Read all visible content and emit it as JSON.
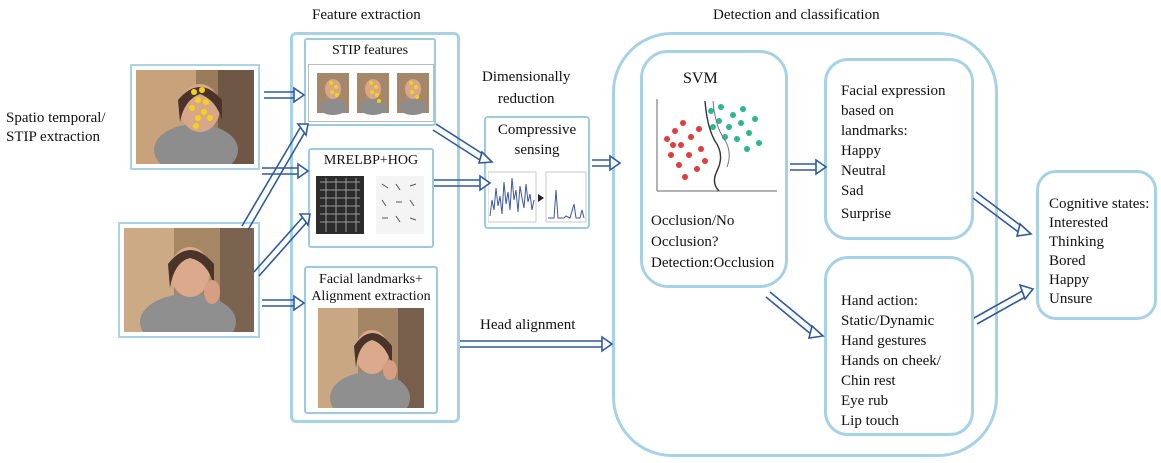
{
  "headings": {
    "feature_extraction": "Feature extraction",
    "detection_classification": "Detection and classification"
  },
  "input": {
    "stip_extraction_label": "Spatio temporal/\nSTIP extraction"
  },
  "feature_panels": {
    "stip": "STIP features",
    "mrelbp": "MRELBP+HOG",
    "landmarks": "Facial landmarks+\nAlignment extraction"
  },
  "reduction": {
    "label": "Dimensionally\nreduction",
    "box": "Compressive\nsensing"
  },
  "head_alignment": "Head alignment",
  "svm": {
    "title": "SVM",
    "caption": "Occlusion/No\nOcclusion?\nDetection:Occlusion"
  },
  "facial_expression": {
    "heading": "Facial expression\nbased on\nlandmarks:",
    "items": [
      "Happy",
      "Neutral",
      "Sad",
      "Surprise"
    ]
  },
  "hand_action": {
    "heading": "Hand action:",
    "items": [
      "Static/Dynamic",
      "Hand gestures",
      "Hands on cheek/\nChin rest",
      "Eye rub",
      "Lip touch"
    ]
  },
  "cognitive_states": {
    "heading": "Cognitive states:",
    "items": [
      "Interested",
      "Thinking",
      "Bored",
      "Happy",
      "Unsure"
    ]
  },
  "colors": {
    "box_border": "#a9d3e6",
    "arrow": "#2f5a9c",
    "svm_red": "#e23b3b",
    "svm_green": "#27b98f"
  }
}
